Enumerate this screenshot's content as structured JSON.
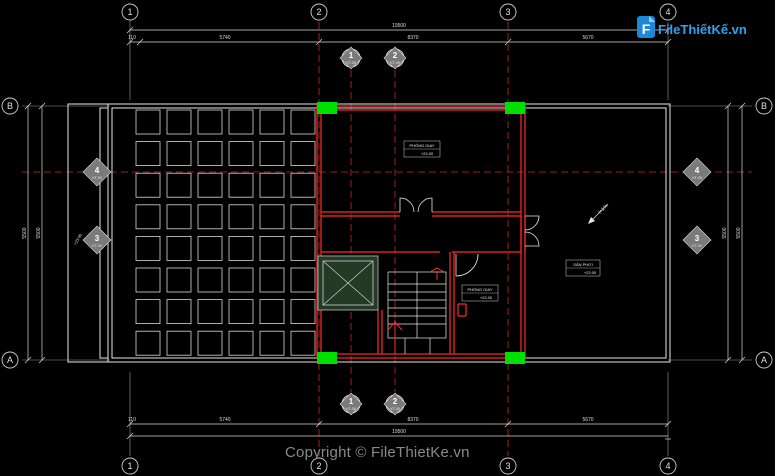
{
  "grid_axes": {
    "numbered": [
      "1",
      "2",
      "3",
      "4"
    ],
    "lettered": [
      "A",
      "B"
    ]
  },
  "dimensions": {
    "top_total": "19500",
    "top_segments": [
      "5740",
      "8370",
      "5670"
    ],
    "edge_small": "110",
    "bottom_total": "19500",
    "bottom_segments": [
      "5740",
      "8370",
      "5670"
    ],
    "left_total": "5500",
    "left_inner": "5500",
    "right_total": "5500",
    "right_inner": "5500"
  },
  "section_markers": {
    "top": [
      "1",
      "2"
    ],
    "bottom": [
      "1",
      "2"
    ],
    "side": [
      "4",
      "3"
    ],
    "sheet_ref": "KT-05",
    "sheet_ref_b": "KT-09"
  },
  "rooms": {
    "room1_name": "PHÒNG GIAY",
    "room1_tag": "+23.00",
    "room2_name": "PHÒNG GIAY",
    "room2_tag": "+23.00",
    "room3_name": "SÂN PHƠI",
    "room3_tag": "+23.00",
    "slope_label": "i=1%",
    "left_note": "+23.00"
  },
  "watermark": {
    "logo_text": "FileThiếtKế.vn",
    "logo_letter": "F",
    "copyright": "Copyright © FileThietKe.vn"
  },
  "colors": {
    "background": "#000000",
    "wall": "#e8e8e8",
    "interior_wall": "#ff2a2a",
    "dim": "#dddddd",
    "axis_dash": "#d83030",
    "column": "#00e000"
  }
}
